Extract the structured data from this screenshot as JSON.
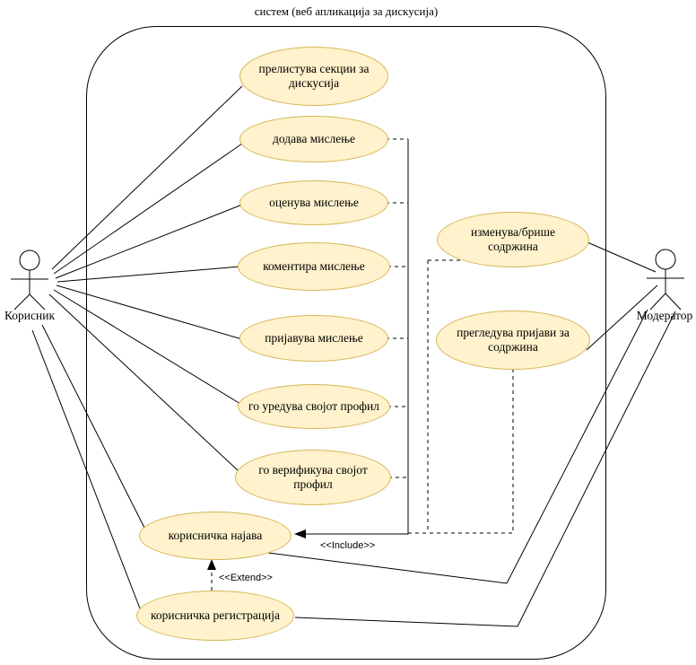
{
  "diagram": {
    "title": "систем (веб апликација за дискусија)"
  },
  "actors": [
    {
      "name": "Корисник"
    },
    {
      "name": "Модератор"
    }
  ],
  "usecases": [
    {
      "label": "прелистува секции за дискусија"
    },
    {
      "label": "додава мислење"
    },
    {
      "label": "оценува мислење"
    },
    {
      "label": "коментира мислење"
    },
    {
      "label": "пријавува мислење"
    },
    {
      "label": "го уредува својот профил"
    },
    {
      "label": "го верификува својот профил"
    },
    {
      "label": "изменува/брише содржина"
    },
    {
      "label": "прегледува пријави за содржина"
    },
    {
      "label": "корисничка најава"
    },
    {
      "label": "корисничка регистрација"
    }
  ],
  "relationships": {
    "include_label": "<<Include>>",
    "extend_label": "<<Extend>>"
  },
  "colors": {
    "usecase_fill": "#fff2cc",
    "usecase_border": "#d6b656",
    "line": "#000000"
  }
}
